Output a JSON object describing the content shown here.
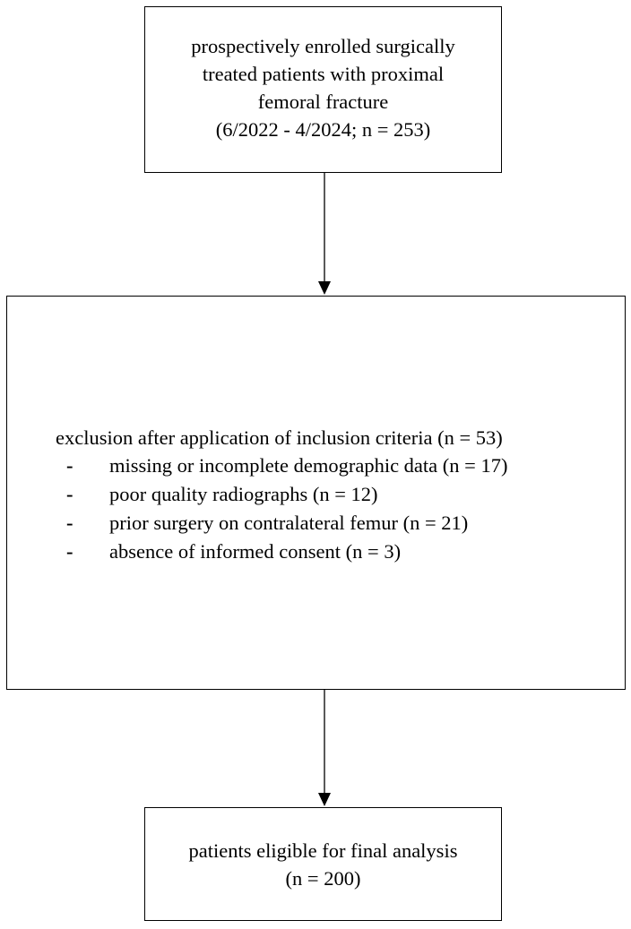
{
  "top_box": {
    "lines": [
      "prospectively enrolled surgically",
      "treated patients with proximal",
      "femoral fracture",
      "(6/2022 - 4/2024;  n = 253)"
    ]
  },
  "middle_box": {
    "heading": "exclusion after application of inclusion criteria (n = 53)",
    "bullet": "-",
    "items": [
      "missing or incomplete demographic data (n = 17)",
      "poor quality radiographs (n = 12)",
      "prior surgery on contralateral femur (n = 21)",
      "absence of informed consent (n = 3)"
    ]
  },
  "bottom_box": {
    "lines": [
      "patients eligible for final analysis",
      "(n = 200)"
    ]
  },
  "colors": {
    "stroke": "#000000",
    "background": "#ffffff"
  }
}
